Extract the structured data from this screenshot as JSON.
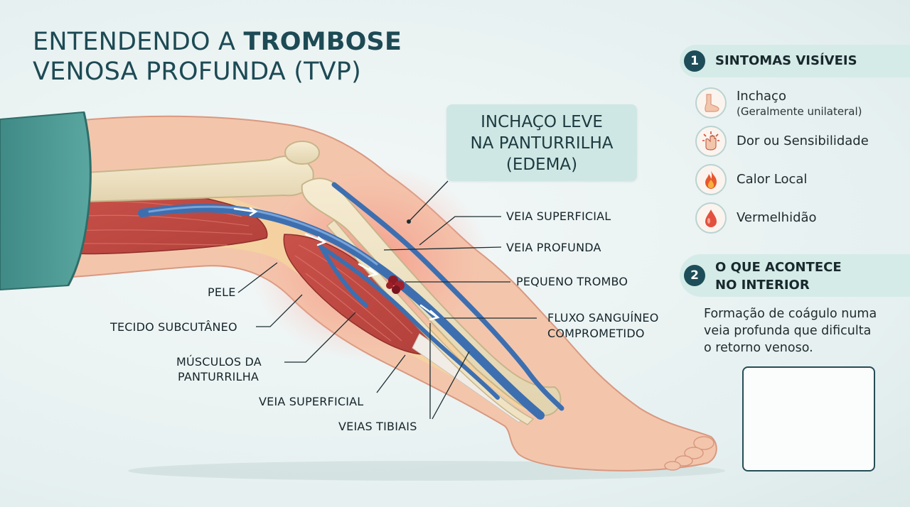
{
  "title": {
    "line1_normal": "ENTENDENDO A ",
    "line1_bold": "TROMBOSE",
    "line2": "VENOSA PROFUNDA (TVP)"
  },
  "callout": {
    "line1": "INCHAÇO LEVE",
    "line2": "NA PANTURRILHA",
    "line3": "(EDEMA)"
  },
  "labels": {
    "veia_superficial_top": "VEIA SUPERFICIAL",
    "veia_profunda": "VEIA PROFUNDA",
    "pequeno_trombo": "PEQUENO TROMBO",
    "fluxo_line1": "FLUXO SANGUÍNEO",
    "fluxo_line2": "COMPROMETIDO",
    "pele": "PELE",
    "tecido": "TECIDO SUBCUTÂNEO",
    "musculos_line1": "MÚSCULOS DA",
    "musculos_line2": "PANTURRILHA",
    "veia_superficial_bottom": "VEIA SUPERFICIAL",
    "veias_tibiais": "VEIAS TIBIAIS"
  },
  "sections": {
    "one": {
      "number": "1",
      "title": "SINTOMAS VISÍVEIS"
    },
    "two": {
      "number": "2",
      "title_line1": "O QUE ACONTECE",
      "title_line2": "NO INTERIOR"
    }
  },
  "symptoms": [
    {
      "label": "Inchaço",
      "sub": "(Geralmente unilateral)",
      "icon": "swollen-foot-icon"
    },
    {
      "label": "Dor ou Sensibilidade",
      "icon": "pain-hand-icon"
    },
    {
      "label": "Calor Local",
      "icon": "heat-flame-icon"
    },
    {
      "label": "Vermelhidão",
      "icon": "redness-drop-icon"
    }
  ],
  "explanation": {
    "line1": "Formação de coágulo numa",
    "line2": "veia profunda que dificulta",
    "line3": "o retorno venoso."
  },
  "colors": {
    "heading": "#1d4a54",
    "panel": "#d5ebe8",
    "badge": "#1d4d58",
    "vein": "#3d6fb0",
    "clot": "#8e1a24",
    "skin": "#f3c6ac"
  }
}
